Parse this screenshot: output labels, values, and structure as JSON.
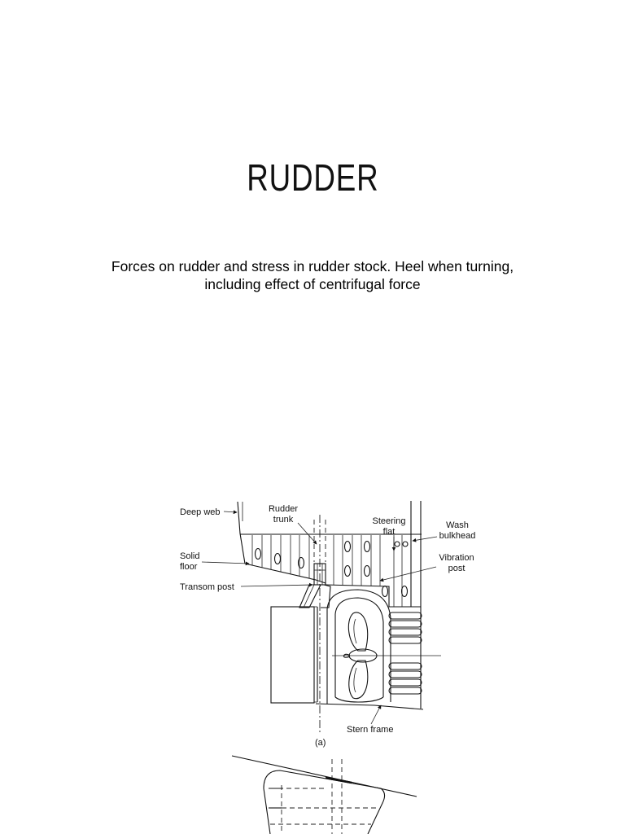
{
  "slide": {
    "title": "RUDDER",
    "subtitle_lines": [
      "Forces on rudder and stress in rudder stock. Heel when turning,",
      "including effect of centrifugal force"
    ]
  },
  "figure": {
    "labels": {
      "deep_web": "Deep web",
      "rudder_trunk": [
        "Rudder",
        "trunk"
      ],
      "steering_flat": [
        "Steering",
        "flat"
      ],
      "wash_bulkhead": [
        "Wash",
        "bulkhead"
      ],
      "solid_floor": [
        "Solid",
        "floor"
      ],
      "vibration_post": [
        "Vibration",
        "post"
      ],
      "transom_post": "Transom post",
      "stern_frame": "Stern frame"
    },
    "caption": "(a)"
  },
  "colors": {
    "background": "#ffffff",
    "ink": "#000000"
  }
}
